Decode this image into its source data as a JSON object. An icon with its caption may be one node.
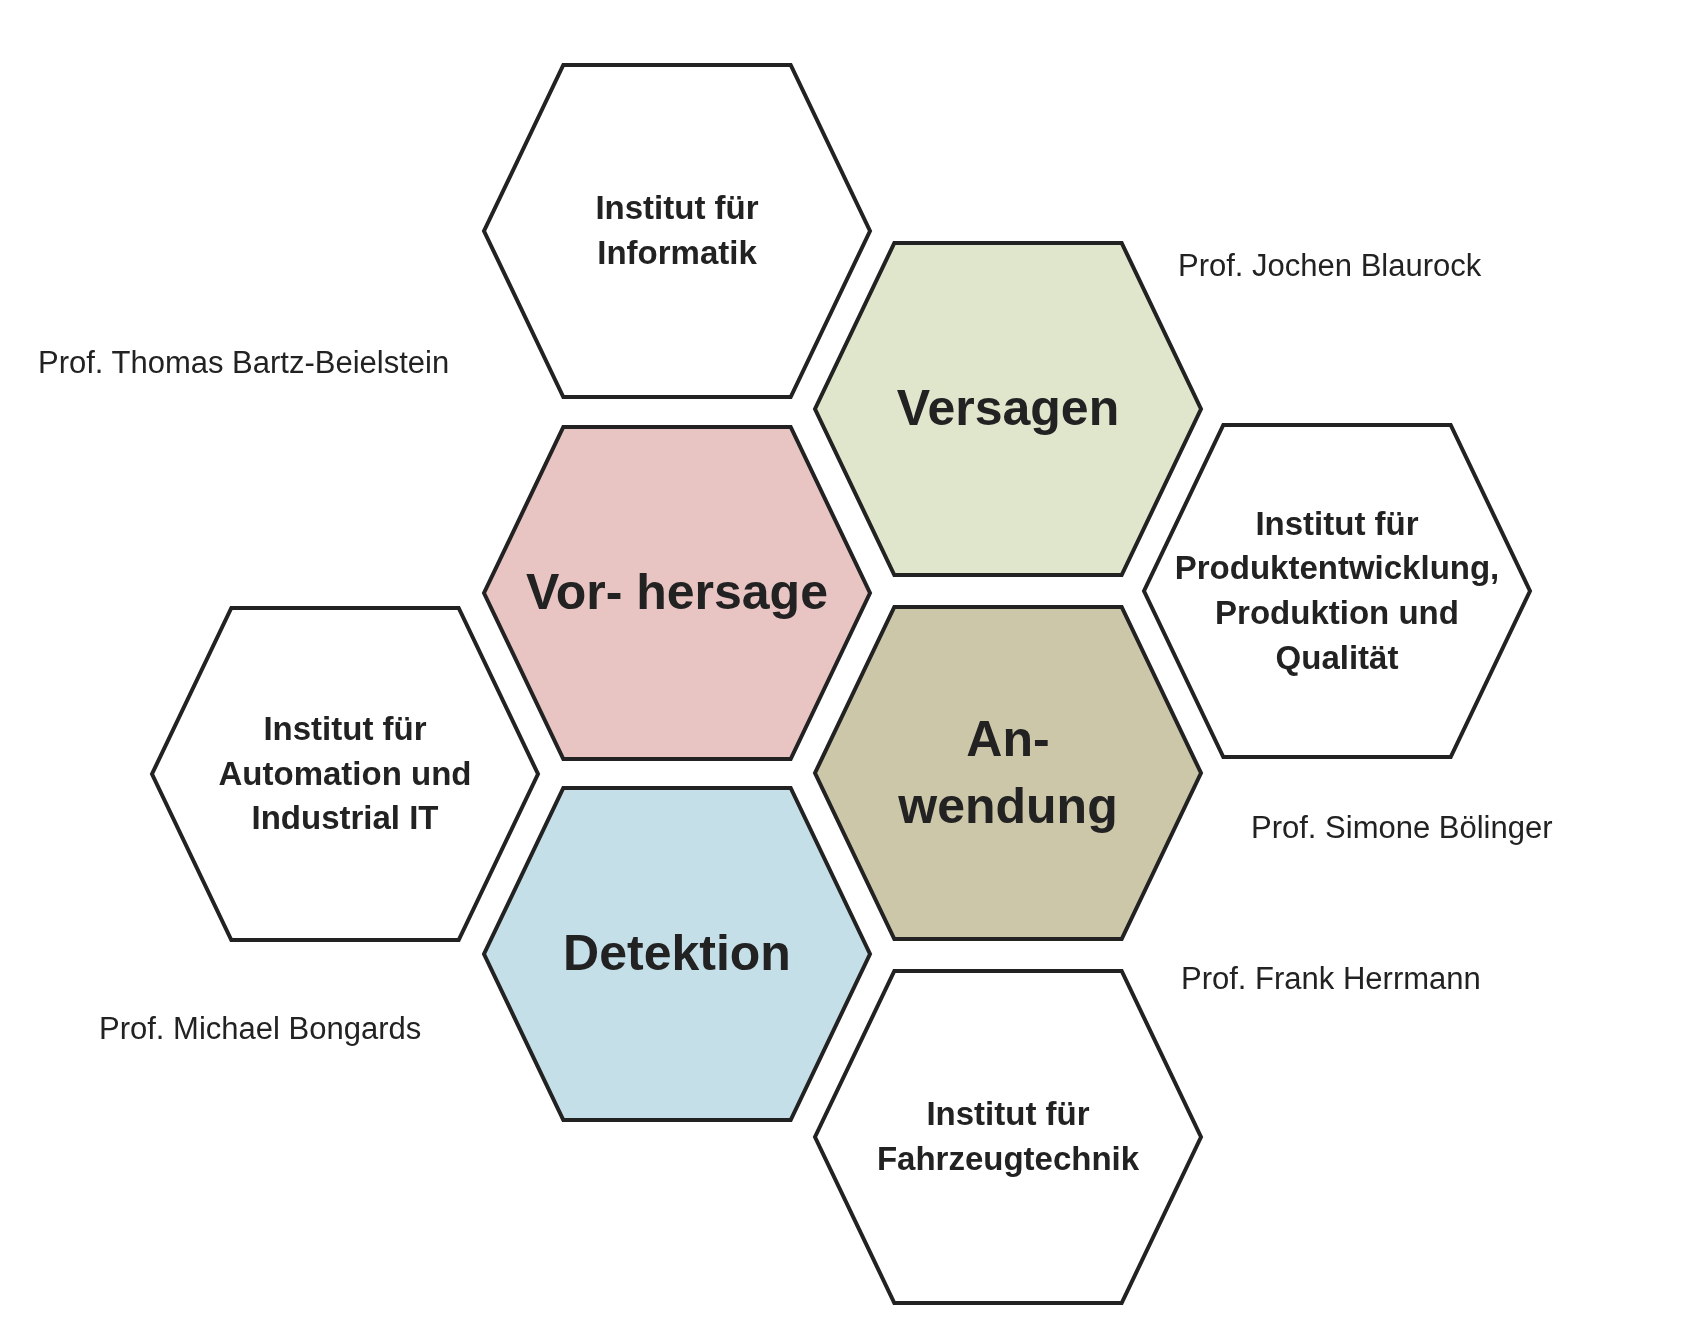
{
  "diagram": {
    "nodes": [
      {
        "text": [
          "Institut für Informatik"
        ]
      },
      {
        "text": [
          "Versagen"
        ]
      },
      {
        "text": [
          "Vor- hersage"
        ]
      },
      {
        "text": [
          "Institut für Produktentwicklung, Produktion und Qualität"
        ]
      },
      {
        "text": [
          "Institut für Automation und Industrial IT"
        ]
      },
      {
        "text": [
          "An- wendung"
        ]
      },
      {
        "text": [
          "Detektion"
        ]
      },
      {
        "text": [
          "Institut für Fahrzeugtechnik"
        ]
      }
    ],
    "labels": [
      "Prof. Jochen Blaurock",
      "Prof. Thomas Bartz-Beielstein",
      "Prof. Simone Bölinger",
      "Prof. Frank Herrmann",
      "Prof. Michael Bongards"
    ]
  }
}
